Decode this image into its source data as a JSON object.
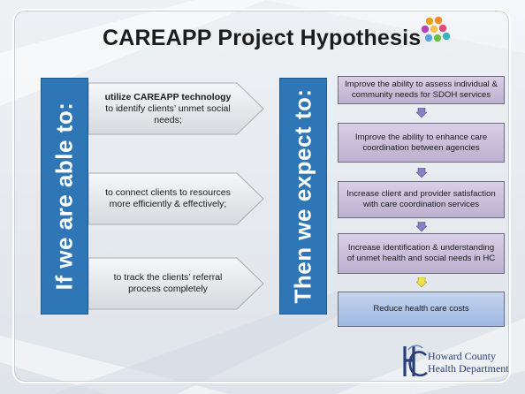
{
  "slide": {
    "title": "CAREAPP Project Hypothesis",
    "left_bar": "If we are able to:",
    "right_bar": "Then we expect to:",
    "conditions": [
      {
        "bold": "utilize CAREAPP technology",
        "rest": " to identify clients’ unmet social needs;"
      },
      {
        "bold": "",
        "rest": "to connect clients to resources more efficiently & effectively;"
      },
      {
        "bold": "",
        "rest": "to track the clients’ referral process completely"
      }
    ],
    "outcomes": [
      "Improve the ability to assess individual & community needs for SDOH services",
      "Improve the ability to enhance care coordination between agencies",
      "Increase client and provider satisfaction with care coordination services",
      "Increase identification & understanding of unmet health and social needs in HC",
      "Reduce health care costs"
    ],
    "logo": {
      "line1": "Howard County",
      "line2": "Health Department",
      "dots_icon": "colored-dots-cluster-icon",
      "hc_icon": "hc-monogram-icon"
    },
    "colors": {
      "bar": "#2f76b6",
      "outcome_box": "#cdbfdf",
      "final_box": "#aec4ea",
      "arrow": "#8a7fc4",
      "last_arrow": "#f1e24a"
    }
  }
}
